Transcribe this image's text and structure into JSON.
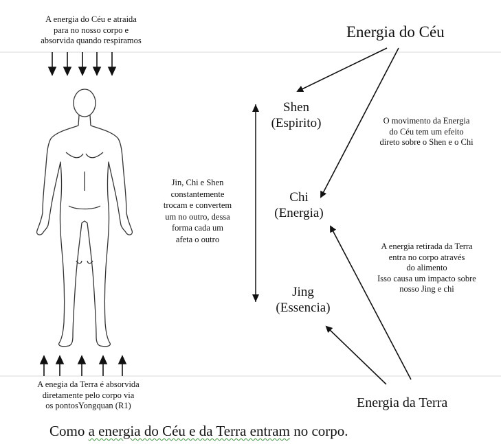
{
  "texts": {
    "sky_note": [
      "A energia do Céu e atraida",
      "para no nosso corpo e",
      "absorvida quando respiramos"
    ],
    "energia_do_ceu": "Energia do Céu",
    "shen": [
      "Shen",
      "(Espirito)"
    ],
    "chi": [
      "Chi",
      "(Energia)"
    ],
    "jing": [
      "Jing",
      "(Essencia)"
    ],
    "middle_note": [
      "Jin, Chi e Shen",
      "constantemente",
      "trocam e convertem",
      "um no outro, dessa",
      "forma cada um",
      "afeta o outro"
    ],
    "sky_effect": [
      "O movimento da Energia",
      "do Céu tem um efeito",
      "direto sobre o Shen e o Chi"
    ],
    "earth_effect": [
      "A energia retirada da Terra",
      "entra no corpo através",
      "do alimento",
      "Isso causa um impacto sobre",
      "nosso Jing e chi"
    ],
    "earth_note": [
      "A enegia da Terra é absorvida",
      "diretamente pelo corpo via",
      "os pontosYongquan (R1)"
    ],
    "energia_da_terra": "Energia da Terra",
    "caption": {
      "part1": "Como ",
      "part2": "a energia do Céu e da Terra entram",
      "part3": " no corpo."
    }
  }
}
